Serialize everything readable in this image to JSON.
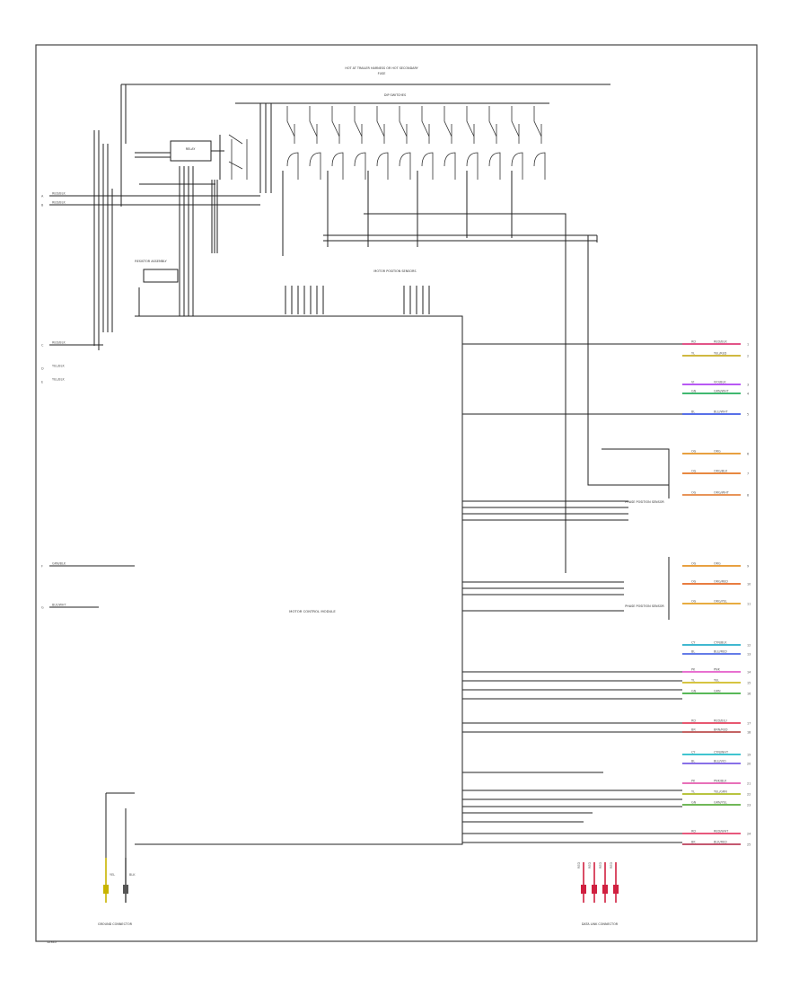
{
  "header": {
    "title_line1": "HOT AT TRAILER HARNESS OR HOT SECONDARY",
    "title_line2": "FUSE"
  },
  "labels": {
    "switch_block": "DIP SWITCHES",
    "relay": "RELAY",
    "resistor": "RESISTOR ASSEMBLY",
    "sensor_header": "MOTOR POSITION SENSORS",
    "module": "MOTOR CONTROL MODULE",
    "sensor_upper": "PHASE POSITION SENSOR",
    "sensor_lower": "PHASE POSITION SENSOR",
    "ground_connector": "GROUND CONNECTOR",
    "data_connector": "DATA LINK CONNECTOR",
    "page_id": "12345"
  },
  "left_wires": [
    {
      "pin": "A",
      "wire": "RED/BLK"
    },
    {
      "pin": "B",
      "wire": "RED/BLK"
    },
    {
      "pin": "C",
      "wire": "RED/BLK"
    },
    {
      "pin": "D",
      "wire": "YEL/BLK"
    },
    {
      "pin": "E",
      "wire": "YEL/BLK"
    },
    {
      "pin": "F",
      "wire": "GRN/BLK"
    },
    {
      "pin": "G",
      "wire": "BLK/WHT"
    }
  ],
  "right_wires": [
    {
      "pin": "1",
      "code": "RD",
      "wire": "RED/BLK",
      "color": "#d81b60"
    },
    {
      "pin": "2",
      "code": "YL",
      "wire": "YEL/RED",
      "color": "#c0a000"
    },
    {
      "pin": "3",
      "code": "VI",
      "wire": "VIO/BLK",
      "color": "#a020f0"
    },
    {
      "pin": "4",
      "code": "GN",
      "wire": "GRN/WHT",
      "color": "#00a040"
    },
    {
      "pin": "5",
      "code": "BL",
      "wire": "BLU/WHT",
      "color": "#2040e0"
    },
    {
      "pin": "6",
      "code": "OG",
      "wire": "ORG",
      "color": "#e08000"
    },
    {
      "pin": "7",
      "code": "OG",
      "wire": "ORG/BLK",
      "color": "#e06000"
    },
    {
      "pin": "8",
      "code": "OG",
      "wire": "ORG/WHT",
      "color": "#e07020"
    },
    {
      "pin": "9",
      "code": "OG",
      "wire": "ORG",
      "color": "#e08000"
    },
    {
      "pin": "10",
      "code": "OG",
      "wire": "ORG/RED",
      "color": "#e05000"
    },
    {
      "pin": "11",
      "code": "OG",
      "wire": "ORG/YEL",
      "color": "#e09000"
    },
    {
      "pin": "12",
      "code": "CY",
      "wire": "CYN/BLK",
      "color": "#00a0c0"
    },
    {
      "pin": "13",
      "code": "BL",
      "wire": "BLU/RED",
      "color": "#3050e0"
    },
    {
      "pin": "14",
      "code": "PK",
      "wire": "PNK",
      "color": "#e040c0"
    },
    {
      "pin": "15",
      "code": "YL",
      "wire": "YEL",
      "color": "#c8b000"
    },
    {
      "pin": "16",
      "code": "GN",
      "wire": "GRN",
      "color": "#20a020"
    },
    {
      "pin": "17",
      "code": "RD",
      "wire": "RED/BLU",
      "color": "#e02040"
    },
    {
      "pin": "18",
      "code": "BR",
      "wire": "BRN/RED",
      "color": "#b03030"
    },
    {
      "pin": "19",
      "code": "CY",
      "wire": "CYN/WHT",
      "color": "#00b0c0"
    },
    {
      "pin": "20",
      "code": "BL",
      "wire": "BLU/VIO",
      "color": "#6040e0"
    },
    {
      "pin": "21",
      "code": "PK",
      "wire": "PNK/BLK",
      "color": "#e040a0"
    },
    {
      "pin": "22",
      "code": "YL",
      "wire": "YEL/GRN",
      "color": "#a0b000"
    },
    {
      "pin": "23",
      "code": "GN",
      "wire": "GRN/YEL",
      "color": "#40a020"
    },
    {
      "pin": "24",
      "code": "RD",
      "wire": "RED/WHT",
      "color": "#e02050"
    },
    {
      "pin": "25",
      "code": "BK",
      "wire": "BLK/RED",
      "color": "#b02040"
    }
  ],
  "bottom_left_pins": [
    {
      "wire": "YEL",
      "color": "#c8b400"
    },
    {
      "wire": "BLK",
      "color": "#555555"
    }
  ],
  "bottom_right_pins": [
    {
      "wire": "RED",
      "color": "#d02040"
    },
    {
      "wire": "RED",
      "color": "#d02040"
    },
    {
      "wire": "RED",
      "color": "#d02040"
    },
    {
      "wire": "RED",
      "color": "#d02040"
    }
  ],
  "colors": {
    "frame": "#444444",
    "wire": "#222222"
  }
}
